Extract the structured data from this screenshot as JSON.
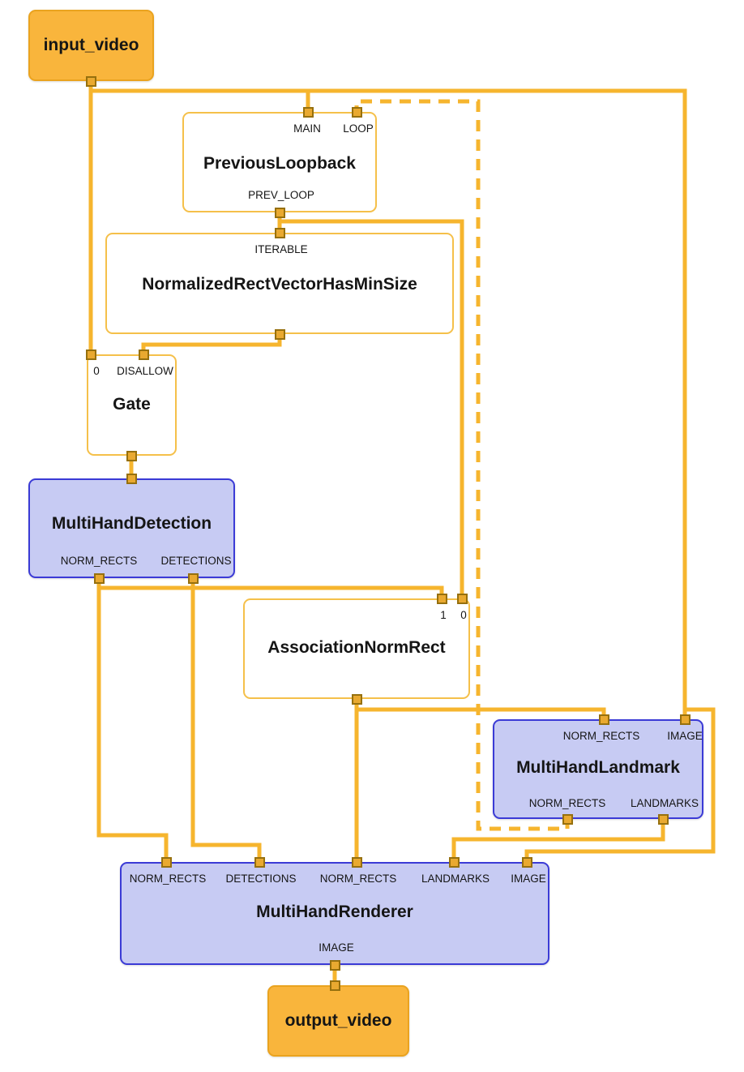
{
  "colors": {
    "edge": "#F6B52E",
    "port_fill": "#E9A930",
    "port_border": "#96700E",
    "io_node_fill": "#F9B53C",
    "io_node_border": "#EAA31F",
    "calculator_node_fill": "#FFFFFF",
    "calculator_node_border": "#F5C04A",
    "subgraph_node_fill": "#C7CBF3",
    "subgraph_node_border": "#3B3BD6",
    "label_text": "#151515"
  },
  "nodes": {
    "input_video": {
      "label": "input_video"
    },
    "previous_loopback": {
      "title": "PreviousLoopback",
      "inputs": [
        "MAIN",
        "LOOP"
      ],
      "outputs": [
        "PREV_LOOP"
      ]
    },
    "normalized_rect_vector_has_min_size": {
      "title": "NormalizedRectVectorHasMinSize",
      "inputs": [
        "ITERABLE"
      ],
      "outputs": []
    },
    "gate": {
      "title": "Gate",
      "inputs": [
        "0",
        "DISALLOW"
      ],
      "outputs": []
    },
    "multi_hand_detection": {
      "title": "MultiHandDetection",
      "inputs": [],
      "outputs": [
        "NORM_RECTS",
        "DETECTIONS"
      ]
    },
    "association_norm_rect": {
      "title": "AssociationNormRect",
      "inputs": [
        "1",
        "0"
      ],
      "outputs": []
    },
    "multi_hand_landmark": {
      "title": "MultiHandLandmark",
      "inputs": [
        "NORM_RECTS",
        "IMAGE"
      ],
      "outputs": [
        "NORM_RECTS",
        "LANDMARKS"
      ]
    },
    "multi_hand_renderer": {
      "title": "MultiHandRenderer",
      "inputs": [
        "NORM_RECTS",
        "DETECTIONS",
        "NORM_RECTS",
        "LANDMARKS",
        "IMAGE"
      ],
      "outputs": [
        "IMAGE"
      ]
    },
    "output_video": {
      "label": "output_video"
    }
  },
  "edges": [
    {
      "from": "input_video",
      "to": "previous_loopback.MAIN",
      "style": "solid"
    },
    {
      "from": "input_video",
      "to": "gate.0",
      "style": "solid"
    },
    {
      "from": "input_video",
      "to": "multi_hand_landmark.IMAGE",
      "style": "solid"
    },
    {
      "from": "input_video",
      "to": "multi_hand_renderer.IMAGE",
      "style": "solid"
    },
    {
      "from": "previous_loopback.PREV_LOOP",
      "to": "normalized_rect_vector_has_min_size.ITERABLE",
      "style": "solid"
    },
    {
      "from": "previous_loopback.PREV_LOOP",
      "to": "association_norm_rect.0",
      "style": "solid"
    },
    {
      "from": "normalized_rect_vector_has_min_size",
      "to": "gate.DISALLOW",
      "style": "solid"
    },
    {
      "from": "gate",
      "to": "multi_hand_detection",
      "style": "solid"
    },
    {
      "from": "multi_hand_detection.NORM_RECTS",
      "to": "association_norm_rect.1",
      "style": "solid"
    },
    {
      "from": "multi_hand_detection.NORM_RECTS",
      "to": "multi_hand_renderer.NORM_RECTS",
      "style": "solid"
    },
    {
      "from": "multi_hand_detection.DETECTIONS",
      "to": "multi_hand_renderer.DETECTIONS",
      "style": "solid"
    },
    {
      "from": "association_norm_rect",
      "to": "multi_hand_landmark.NORM_RECTS",
      "style": "solid"
    },
    {
      "from": "association_norm_rect",
      "to": "multi_hand_renderer.NORM_RECTS",
      "style": "solid"
    },
    {
      "from": "multi_hand_landmark.NORM_RECTS",
      "to": "previous_loopback.LOOP",
      "style": "dashed"
    },
    {
      "from": "multi_hand_landmark.LANDMARKS",
      "to": "multi_hand_renderer.LANDMARKS",
      "style": "solid"
    },
    {
      "from": "multi_hand_renderer.IMAGE",
      "to": "output_video",
      "style": "solid"
    }
  ]
}
